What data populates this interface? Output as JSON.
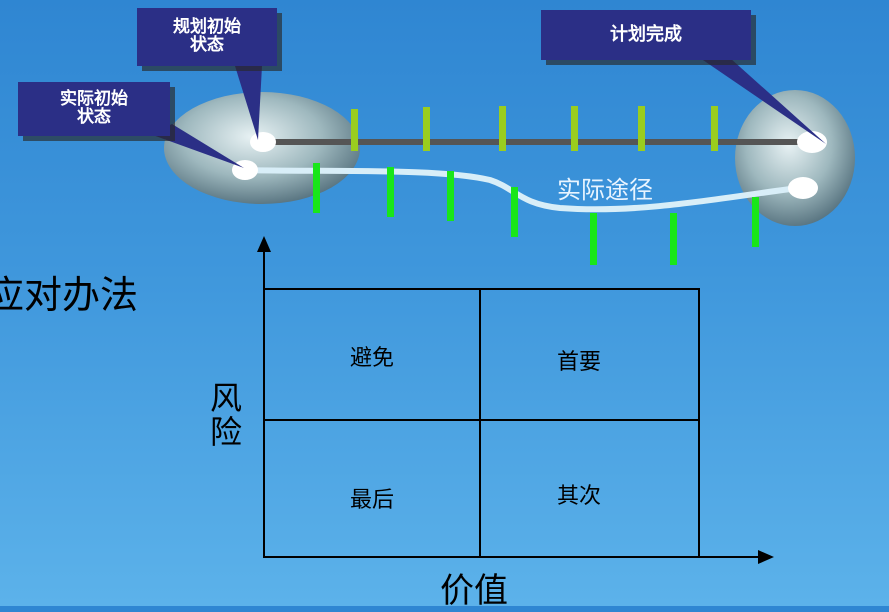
{
  "callouts": {
    "plan_start_line1": "规划初始",
    "plan_start_line2": "状态",
    "actual_start_line1": "实际初始",
    "actual_start_line2": "状态",
    "plan_done": "计划完成"
  },
  "path_label": "实际途径",
  "side_text": "应对办法",
  "matrix": {
    "cells": {
      "top_left": "避免",
      "top_right": "首要",
      "bottom_left": "最后",
      "bottom_right": "其次"
    },
    "y_label_line1": "风",
    "y_label_line2": "险",
    "x_label": "价值"
  },
  "colors": {
    "background": "#3a93d8",
    "callout_bg": "#2b2f86",
    "plan_marker": "#9acd1e",
    "actual_marker": "#19e619",
    "plan_line": "#555555",
    "actual_line": "#d8eef8"
  }
}
